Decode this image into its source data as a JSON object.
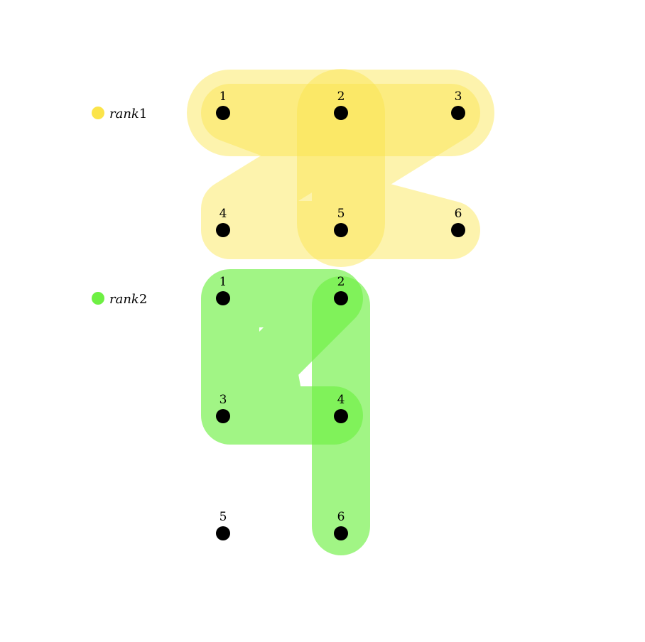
{
  "legend": [
    {
      "name_italic": "rank",
      "name_suffix": "1",
      "color": "#fbe44a"
    },
    {
      "name_italic": "rank",
      "name_suffix": "2",
      "color": "#6ef043"
    }
  ],
  "groups": [
    {
      "id": "rank1",
      "color": "#fbe44a",
      "nodes": [
        "1",
        "2",
        "3",
        "4",
        "5",
        "6"
      ],
      "hyperedges": [
        [
          "1",
          "2",
          "3"
        ],
        [
          "2",
          "5"
        ],
        [
          "3",
          "4",
          "5",
          "6"
        ]
      ]
    },
    {
      "id": "rank2",
      "color": "#6ef043",
      "nodes": [
        "1",
        "2",
        "3",
        "4",
        "5",
        "6"
      ],
      "hyperedges": [
        [
          "1",
          "2",
          "3",
          "4"
        ],
        [
          "2",
          "4",
          "6"
        ]
      ]
    }
  ]
}
